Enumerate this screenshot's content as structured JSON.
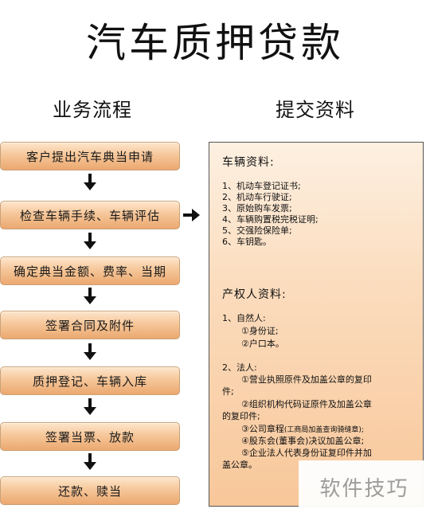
{
  "title": "汽车质押贷款",
  "flow_heading": "业务流程",
  "docs_heading": "提交资料",
  "steps": [
    "客户提出汽车典当申请",
    "检查车辆手续、车辆评估",
    "确定典当金额、费率、当期",
    "签署合同及附件",
    "质押登记、车辆入库",
    "签署当票、放款",
    "还款、赎当"
  ],
  "vehicle_docs": {
    "heading": "车辆资料:",
    "items": [
      "1、机动车登记证书;",
      "2、机动车行驶证;",
      "3、原始购车发票;",
      "4、车辆购置税完税证明;",
      "5、交强险保险单;",
      "6、车钥匙。"
    ]
  },
  "owner_docs": {
    "heading": "产权人资料:",
    "natural_person": {
      "label": "1、自然人:",
      "items": [
        "①身份证;",
        "②户口本。"
      ]
    },
    "legal_person": {
      "label": "2、法人:",
      "item1_line1": "①营业执照原件及加盖公章的复印",
      "item1_line2": "件;",
      "item2_line1": "②组织机构代码证原件及加盖公章",
      "item2_line2": "的复印件;",
      "item3_main": "③公司章程",
      "item3_note": "(工商局加盖查询骑缝章);",
      "item4": "④股东会(董事会)决议加盖公章;",
      "item5_line1": "⑤企业法人代表身份证复印件并加",
      "item5_line2": "盖公章。"
    }
  },
  "watermark": "软件技巧"
}
